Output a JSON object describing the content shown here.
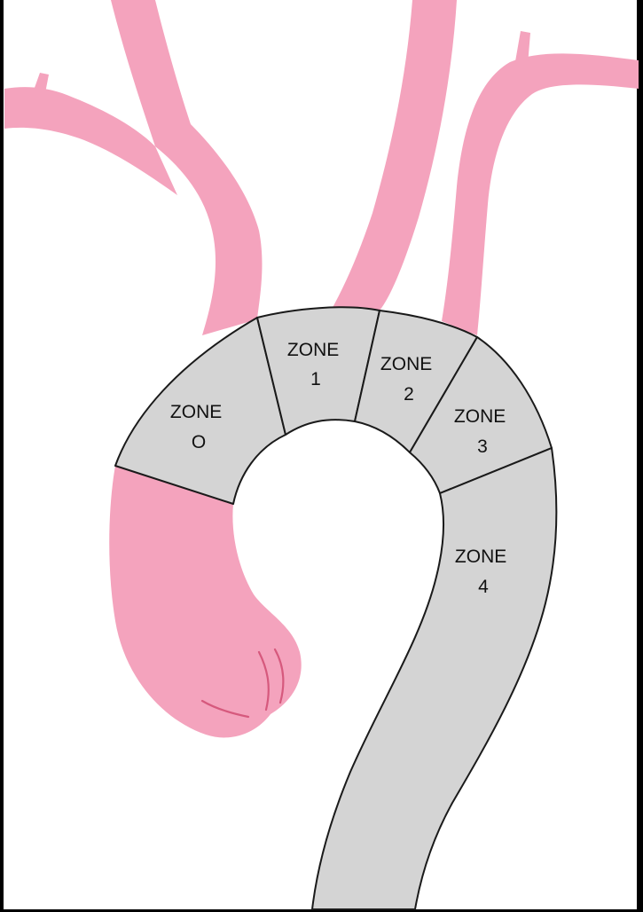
{
  "diagram": {
    "colors": {
      "background": "#000000",
      "canvas": "#ffffff",
      "vessel": "#f4a3bd",
      "vessel_dark": "#d6597d",
      "zone_fill": "#d4d4d4",
      "outline": "#1a1a1a"
    },
    "zones": [
      {
        "line1": "ZONE",
        "line2": "O"
      },
      {
        "line1": "ZONE",
        "line2": "1"
      },
      {
        "line1": "ZONE",
        "line2": "2"
      },
      {
        "line1": "ZONE",
        "line2": "3"
      },
      {
        "line1": "ZONE",
        "line2": "4"
      }
    ]
  }
}
